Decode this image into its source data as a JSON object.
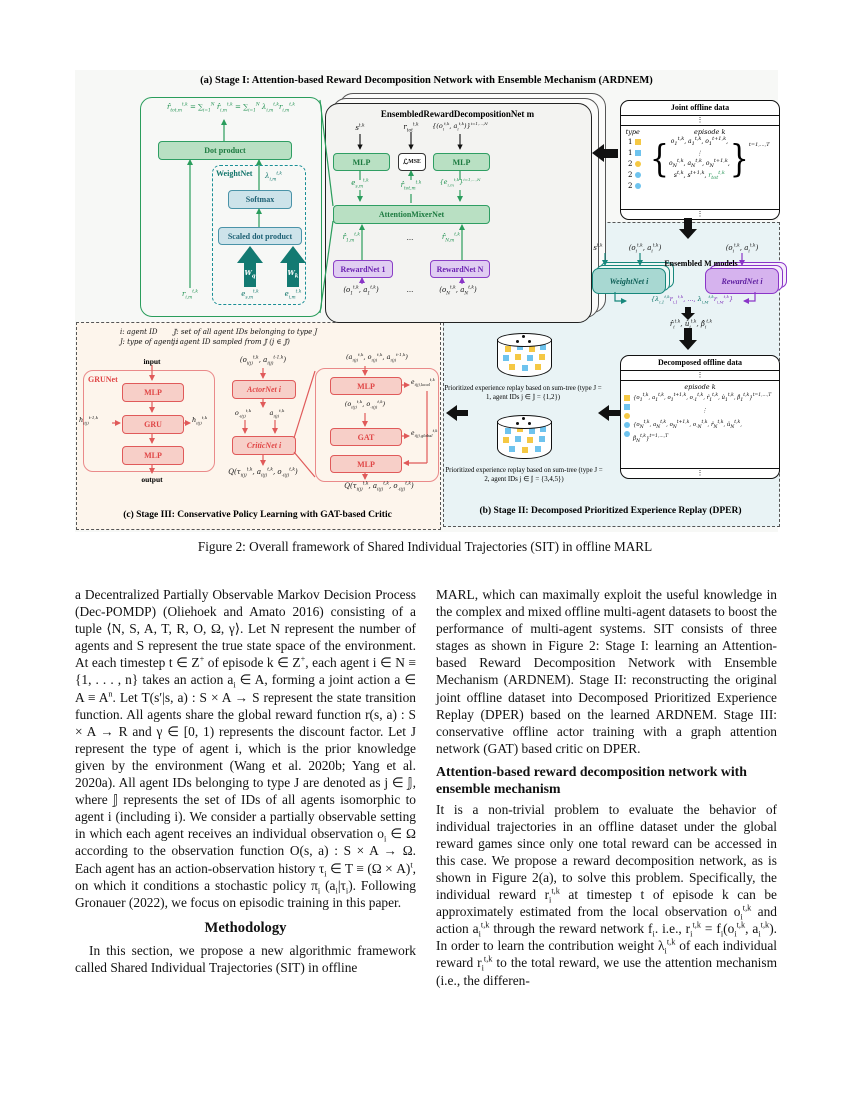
{
  "figure": {
    "s1": {
      "title": "(a) Stage I: Attention-based Reward Decomposition Network with Ensemble Mechanism (ARDNEM)",
      "mix": {
        "formula": "r̂_{tot,m}^{t,k} = ∑_{i=1}^{N} r̂_{i,m}^{t,k} = ∑_{i=1}^{N} λ_{i,m}^{t,k}r_{i,m}^{t,k}",
        "dot": "Dot product",
        "weightnet": "WeightNet",
        "lambda": "λ_{i,m}^{t,k}",
        "softmax": "Softmax",
        "scaled": "Scaled dot product",
        "wq": "W_{q}",
        "wk": "W_{k}",
        "r_in": "r_{i,m}^{t,k}",
        "e_s": "e_{s,m}^{t,k}",
        "e_i": "e_{i,m}^{t,k}"
      },
      "ens": {
        "title": "EnsembledRewardDecompositionNet m",
        "in_s": "s^{t,k}",
        "in_rtot": "r_{tot}^{t,k}",
        "in_oa": "{(o_{i}^{t,k}, a_{i}^{t,k})}^{i=1,...,N}",
        "mlp": "MLP",
        "mse": "ℒ_{MSE}",
        "out_es": "e_{s,m}^{t,k}",
        "out_rtot": "r̂_{tot,m}^{t,k}",
        "out_ei": "{e_{i,m}^{t,k}}^{i=1,...,N}",
        "mixer": "AttentionMixerNet",
        "r1": "r̂_{1,m}^{t,k}",
        "rN": "r̂_{N,m}^{t,k}",
        "dots": "...",
        "rn1": "RewardNet 1",
        "rnN": "RewardNet N",
        "in1": "(o_{1}^{t,k}, a_{1}^{t,k})",
        "inN": "(o_{N}^{t,k}, a_{N}^{t,k})"
      },
      "joint": {
        "title": "Joint offline data",
        "vdots": "⋮",
        "type_h": "type",
        "episode_h": "episode k",
        "types": [
          "1",
          "1",
          "2",
          "2",
          "2"
        ],
        "l1": "o_{1}^{t,k}, a_{1}^{t,k}, o_{1}^{t+1,k},",
        "l2": "o_{N}^{t,k}, a_{N}^{t,k}, o_{N}^{t+1,k},",
        "l3a": "s^{t,k}, s^{t+1,k}, ",
        "l3b": "r_{tot}^{t,k}",
        "sup": "t=1,...,T"
      }
    },
    "s2": {
      "caption": "(b) Stage II: Decomposed Prioritized Experience Replay (DPER)",
      "in_s": "s^{t,k}",
      "in_oa1": "(o_{i}^{t,k}, a_{i}^{t,k})",
      "in_oa2": "(o_{i}^{t,k}, a_{i}^{t,k})",
      "ens_label": "Ensembled M models",
      "weightnet": "WeightNet i",
      "rewardnet": "RewardNet i",
      "set_l1": "{λ_{i,1}^{t,k}",
      "set_r1": "r_{i,1}^{t,k}, ..., ",
      "set_l2": "λ_{i,M}^{t,k}",
      "set_r2": "r_{i,M}^{t,k}}",
      "stats": "r̂_{i}^{t,k}, û_{i}^{t,k}, β̂_{i}^{t,k}",
      "per1": "Prioritized experience replay based on sum-tree (type J = 1, agent IDs j ∈ 𝕁 = {1,2})",
      "per2": "Prioritized experience replay based on sum-tree (type J = 2, agent IDs j ∈ 𝕁 = {3,4,5})",
      "dec": {
        "title": "Decomposed offline data",
        "vdots": "⋮",
        "episode_h": "episode k",
        "l1": "{o_{1}^{t,k}, a_{1}^{t,k}, o_{1}^{t+1,k}, o_{-1}^{t,k}, r̂_{1}^{t,k}, û_{1}^{t,k}, β̂_{1}^{t,k}}^{t=1,...,T}",
        "l2": "{o_{N}^{t,k}, a_{N}^{t,k}, o_{N}^{t+1,k}, o_{-N}^{t,k}, r̂_{N}^{t,k}, û_{N}^{t,k}, β̂_{N}^{t,k}}^{t=1,...,T}"
      }
    },
    "s3": {
      "caption": "(c) Stage III: Conservative Policy Learning with GAT-based Critic",
      "leg_i": "i: agent ID",
      "leg_J": "J: type of agent i",
      "leg_set": "𝕁: set of all agent IDs belonging to type J",
      "leg_j": "j: agent ID sampled from 𝕁 (j ∈ 𝕁)",
      "input": "input",
      "output": "output",
      "grunet": "GRUNet",
      "mlp": "MLP",
      "gru": "GRU",
      "gat": "GAT",
      "h_prev": "h_{i(j)}^{t-1,k}",
      "h_next": "h_{i(j)}^{t,k}",
      "actor_in": "(o_{i(j)}^{t,k}, a_{i(j)}^{t-1,k})",
      "actor": "ActorNet i",
      "critic": "CriticNet i",
      "a_out": "a_{i(j)}^{t,k}",
      "o_neg": "o_{-i(j)}^{t,k}",
      "q": "Q(τ_{i(j)}^{t,k}, a_{i(j)}^{t,k}, o_{-i(j)}^{t,k})",
      "d_in": "(a_{i(j)}^{t,k}, o_{i(j)}^{t,k}, a_{i(j)}^{t-1,k})",
      "d_mid": "(o_{i(j)}^{t,k}, o_{-i(j)}^{t,k})",
      "e_local": "e_{i(j),local}^{t,k}",
      "e_global": "e_{i(j),global}^{t,k}"
    },
    "caption": "Figure 2: Overall framework of Shared Individual Trajectories (SIT) in offline MARL"
  },
  "body": {
    "left_p1": "a Decentralized Partially Observable Markov Decision Process (Dec-POMDP) (Oliehoek and Amato 2016) consisting of a tuple ⟨N, S, A, T, R, O, Ω, γ⟩. Let N represent the number of agents and S represent the true state space of the environment. At each timestep t ∈ Z^{+} of episode k ∈ Z^{+}, each agent i ∈ N ≡ {1, . . . , n} takes an action a_{i} ∈ A, forming a joint action a ∈ A ≡ A^{n}. Let T(s′|s, a) : S × A → S represent the state transition function. All agents share the global reward function r(s, a) : S × A → R and γ ∈ [0, 1) represents the discount factor. Let J represent the type of agent i, which is the prior knowledge given by the environment (Wang et al. 2020b; Yang et al. 2020a). All agent IDs belonging to type J are denoted as j ∈ 𝕁, where 𝕁 represents the set of IDs of all agents isomorphic to agent i (including i). We consider a partially observable setting in which each agent receives an individual observation o_{i} ∈ Ω according to the observation function O(s, a) : S × A → Ω. Each agent has an action-observation history τ_{i} ∈ T ≡ (Ω × A)^{t}, on which it conditions a stochastic policy π_{i} (a_{i}|τ_{i}). Following Gronauer (2022), we focus on episodic training in this paper.",
    "heading": "Methodology",
    "left_p2": "In this section, we propose a new algorithmic framework called Shared Individual Trajectories (SIT) in offline",
    "right_p1": "MARL, which can maximally exploit the useful knowledge in the complex and mixed offline multi-agent datasets to boost the performance of multi-agent systems. SIT consists of three stages as shown in Figure 2: Stage I: learning an Attention-based Reward Decomposition Network with Ensemble Mechanism (ARDNEM). Stage II: reconstructing the original joint offline dataset into Decomposed Prioritized Experience Replay (DPER) based on the learned ARDNEM. Stage III: conservative offline actor training with a graph attention network (GAT) based critic on DPER.",
    "subheading": "Attention-based reward decomposition network with ensemble mechanism",
    "right_p2": "It is a non-trivial problem to evaluate the behavior of individual trajectories in an offline dataset under the global reward games since only one total reward can be accessed in this case. We propose a reward decomposition network, as is shown in Figure 2(a), to solve this problem. Specifically, the individual reward r_{i}^{t,k} at timestep t of episode k can be approximately estimated from the local observation o_{i}^{t,k} and action a_{i}^{t,k} through the reward network f_{i}. i.e., r_{i}^{t,k} = f_{i}(o_{i}^{t,k}, a_{i}^{t,k}). In order to learn the contribution weight λ_{i}^{t,k} of each individual reward r_{i}^{t,k} to the total reward, we use the attention mechanism (i.e., the differen-"
  },
  "colors": {
    "green": "#2a9d5c",
    "teal": "#17877c",
    "purple": "#8a35c8",
    "red": "#e05a5a",
    "yellow": "#f5c844",
    "blue": "#6ec3ee",
    "stage2_bg": "#e9f3f5",
    "stage3_bg": "#fdf5ec"
  }
}
